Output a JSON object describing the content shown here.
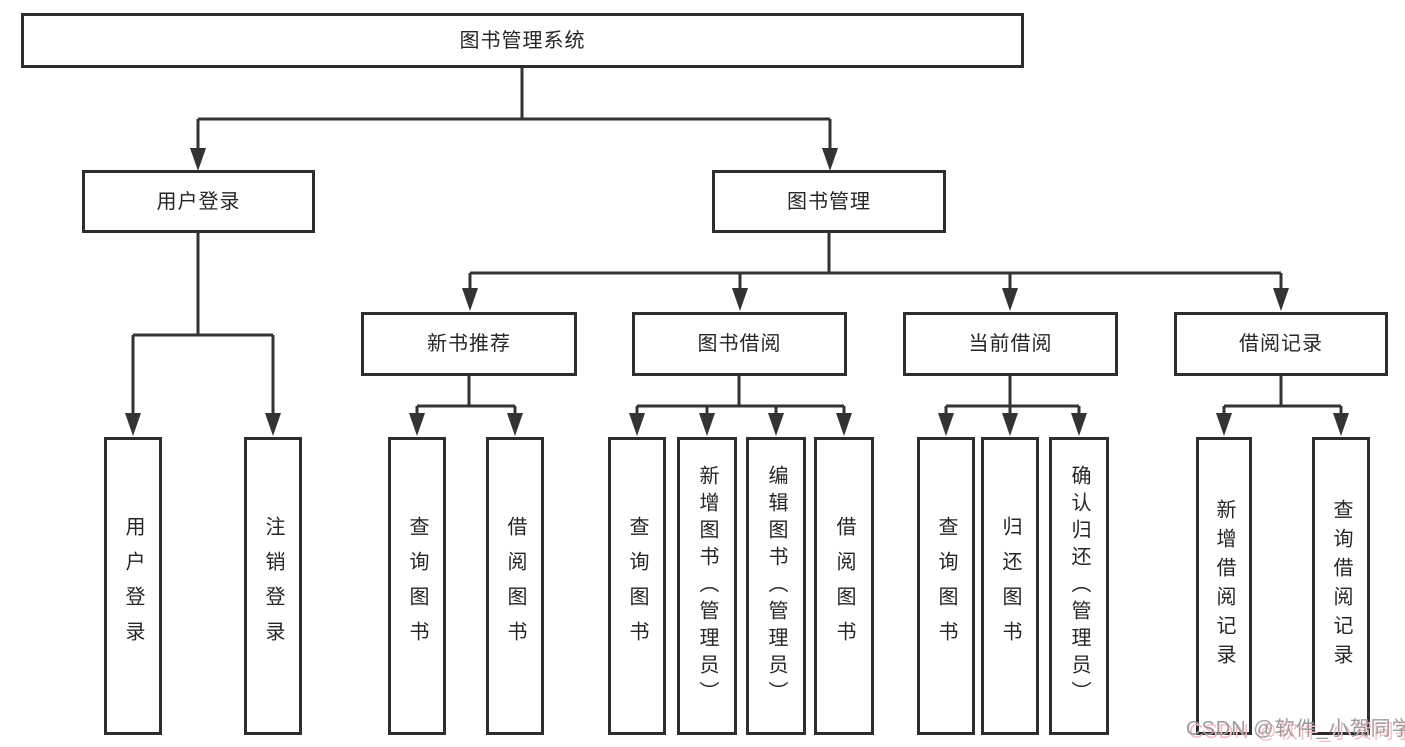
{
  "tree": {
    "root": {
      "label": "图书管理系统",
      "children": [
        {
          "label": "用户登录",
          "children": [
            {
              "label": "用户登录"
            },
            {
              "label": "注销登录"
            }
          ]
        },
        {
          "label": "图书管理",
          "children": [
            {
              "label": "新书推荐",
              "children": [
                {
                  "label": "查询图书"
                },
                {
                  "label": "借阅图书"
                }
              ]
            },
            {
              "label": "图书借阅",
              "children": [
                {
                  "label": "查询图书"
                },
                {
                  "label": "新增图书（管理员）"
                },
                {
                  "label": "编辑图书（管理员）"
                },
                {
                  "label": "借阅图书"
                }
              ]
            },
            {
              "label": "当前借阅",
              "children": [
                {
                  "label": "查询图书"
                },
                {
                  "label": "归还图书"
                },
                {
                  "label": "确认归还（管理员）"
                }
              ]
            },
            {
              "label": "借阅记录",
              "children": [
                {
                  "label": "新增借阅记录"
                },
                {
                  "label": "查询借阅记录"
                }
              ]
            }
          ]
        }
      ]
    }
  },
  "watermark": {
    "text": "CSDN @软件_小贺同学"
  },
  "colors": {
    "line": "#333333",
    "box_border": "#2e2e2e",
    "text": "#262626",
    "background": "#ffffff",
    "watermark_text": "#9c9c9c",
    "watermark_shadow": "#f5bcc6"
  }
}
